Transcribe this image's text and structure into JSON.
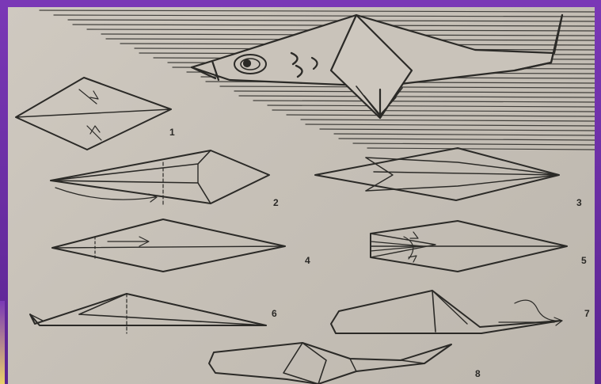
{
  "colors": {
    "frame": "#6b2fa3",
    "paper": "#c8c2b9",
    "ink": "#2b2a27"
  },
  "steps": [
    {
      "number": "1"
    },
    {
      "number": "2"
    },
    {
      "number": "3"
    },
    {
      "number": "4"
    },
    {
      "number": "5"
    },
    {
      "number": "6"
    },
    {
      "number": "7"
    },
    {
      "number": "8"
    }
  ]
}
